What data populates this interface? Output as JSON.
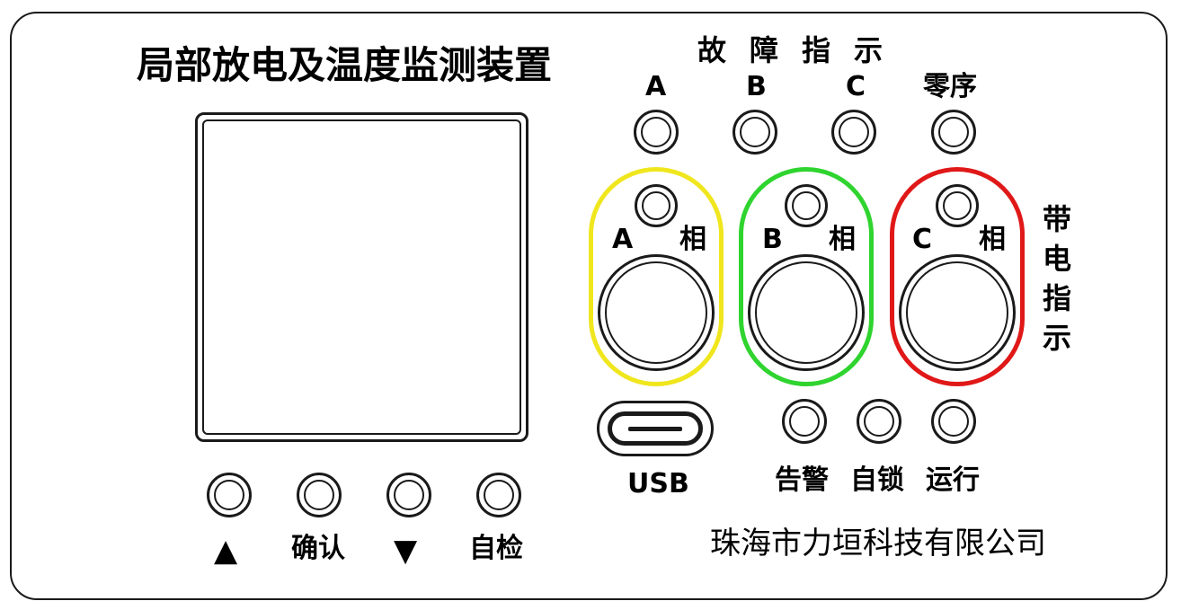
{
  "device_title": "局部放电及温度监测装置",
  "fault_indicator": {
    "title": "故障指示",
    "leds": [
      {
        "label": "A"
      },
      {
        "label": "B"
      },
      {
        "label": "C"
      },
      {
        "label": "零序"
      }
    ]
  },
  "live_indicator": {
    "title_chars": [
      "带",
      "电",
      "指",
      "示"
    ],
    "phases": [
      {
        "letter": "A",
        "suffix": "相",
        "color": "#f0e61e"
      },
      {
        "letter": "B",
        "suffix": "相",
        "color": "#2fd42f"
      },
      {
        "letter": "C",
        "suffix": "相",
        "color": "#e01818"
      }
    ]
  },
  "usb": {
    "label": "USB"
  },
  "status_leds": [
    {
      "label": "告警"
    },
    {
      "label": "自锁"
    },
    {
      "label": "运行"
    }
  ],
  "buttons": [
    {
      "label": "▲",
      "icon": "up-triangle-icon"
    },
    {
      "label": "确认"
    },
    {
      "label": "▼",
      "icon": "down-triangle-icon"
    },
    {
      "label": "自检"
    }
  ],
  "company": "珠海市力垣科技有限公司",
  "colors": {
    "outline": "#1a1a1a",
    "phase_a": "#f0e61e",
    "phase_b": "#2fd42f",
    "phase_c": "#e01818"
  }
}
